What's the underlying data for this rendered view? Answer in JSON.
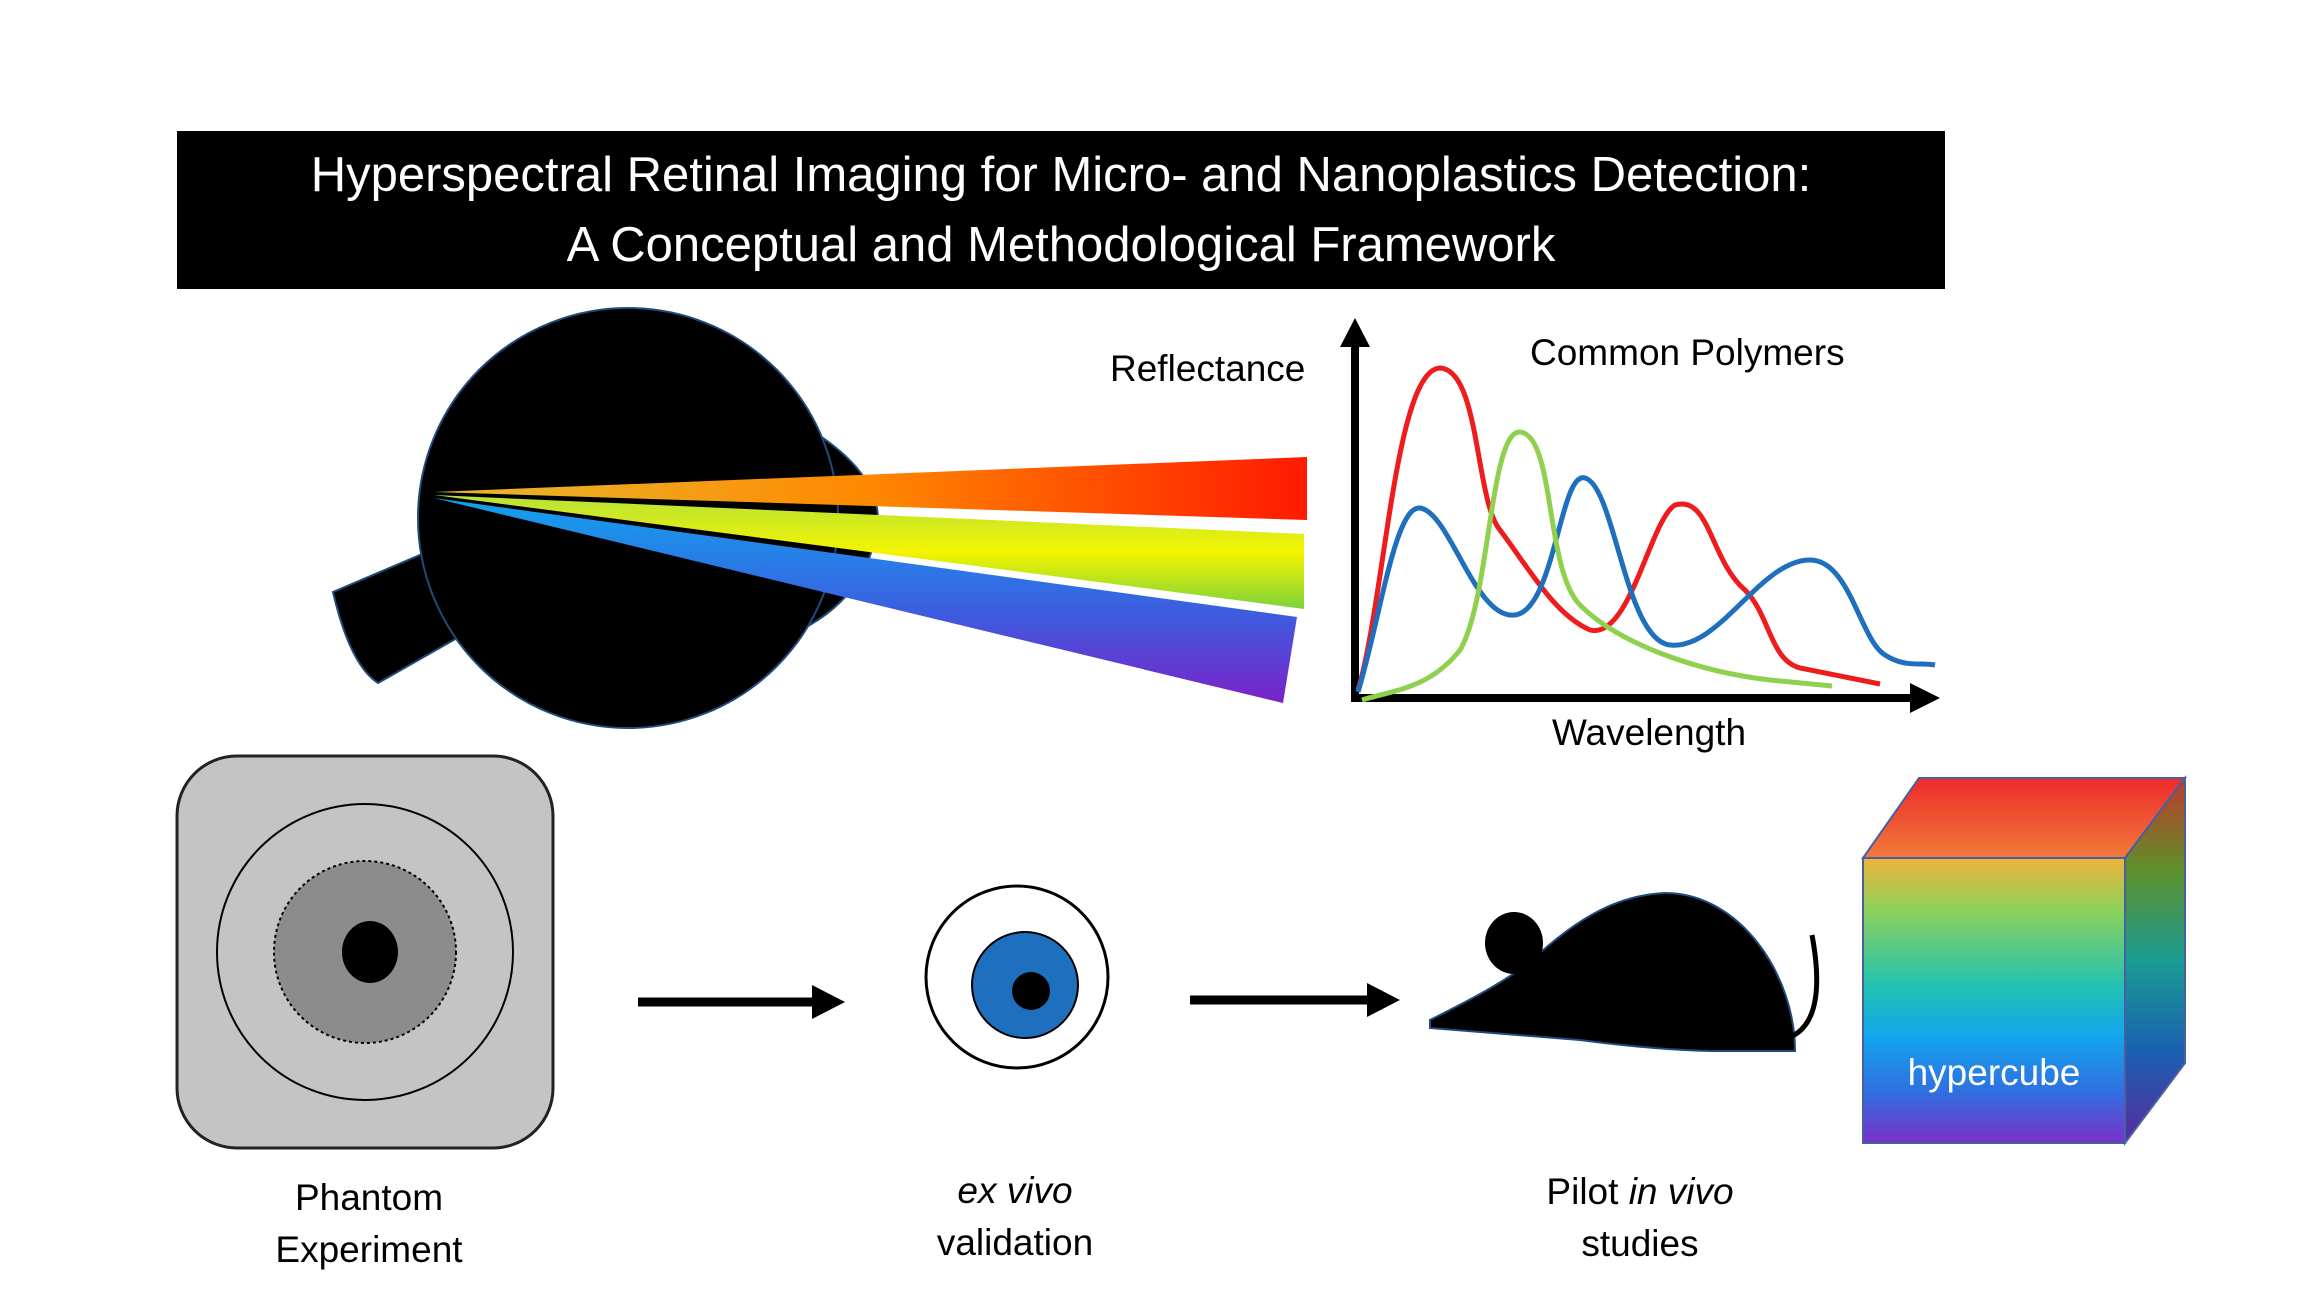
{
  "title": {
    "line1": "Hyperspectral Retinal Imaging for Micro- and Nanoplastics Detection:",
    "line2": "A Conceptual and Methodological Framework"
  },
  "spectrum_chart": {
    "y_axis_label": "Reflectance",
    "x_axis_label": "Wavelength",
    "legend_title": "Common Polymers",
    "series_colors": {
      "red": "#ee1c1c",
      "blue": "#1f6fbf",
      "green": "#8fd14f"
    }
  },
  "workflow": {
    "phantom": {
      "line1": "Phantom",
      "line2": "Experiment"
    },
    "ex_vivo": {
      "line1": "ex vivo",
      "line2": "validation"
    },
    "in_vivo": {
      "prefix": "Pilot ",
      "italic": "in vivo",
      "line2": "studies"
    },
    "hypercube": {
      "label": "hypercube"
    }
  },
  "colors": {
    "title_bg": "#000000",
    "iris_blue": "#1f6fbf",
    "phantom_outer": "#c4c4c4",
    "phantom_inner": "#8c8c8c"
  }
}
